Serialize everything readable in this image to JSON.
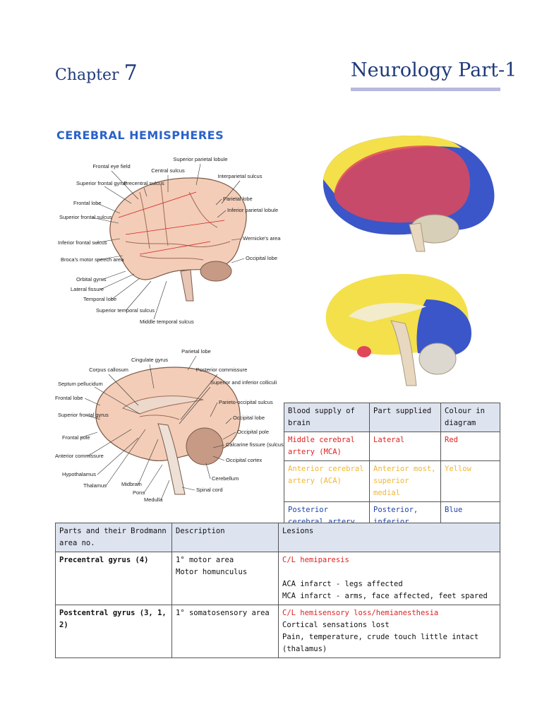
{
  "header": {
    "chapter_word": "Chapter",
    "chapter_number": "7",
    "part_title": "Neurology Part-1",
    "rule_color": "#b7b9de"
  },
  "section_heading": "CEREBRAL HEMISPHERES",
  "lateral_diagram": {
    "labels": [
      "Frontal eye field",
      "Central sulcus",
      "Superior parietal lobule",
      "Superior frontal gyrus",
      "Precentral sulcus",
      "Interparietal sulcus",
      "Frontal lobe",
      "Parietal lobe",
      "Superior frontal sulcus",
      "Inferior parietal lobule",
      "Inferior frontal sulcus",
      "Wernicke's area",
      "Broca's motor speech area",
      "Occipital lobe",
      "Orbital gyrus",
      "Lateral fissure",
      "Temporal lobe",
      "Superior temporal sulcus",
      "Middle temporal sulcus"
    ]
  },
  "medial_diagram": {
    "labels": [
      "Parietal lobe",
      "Cingulate gyrus",
      "Corpus callosum",
      "Posterior commissure",
      "Septum pellucidum",
      "Superior and inferior colliculi",
      "Frontal lobe",
      "Parieto-occipital sulcus",
      "Superior frontal gyrus",
      "Occipital lobe",
      "Occipital pole",
      "Frontal pole",
      "Calcarine fissure (sulcus)",
      "Anterior commissure",
      "Occipital cortex",
      "Hypothalamus",
      "Cerebellum",
      "Thalamus",
      "Midbrain",
      "Pons",
      "Spinal cord",
      "Medulla"
    ]
  },
  "colors": {
    "red": "#e02020",
    "yellow": "#f2b632",
    "blue": "#1d44a8",
    "header_bg": "#dde3ef"
  },
  "blood_table": {
    "headers": [
      "Blood supply of brain",
      "Part supplied",
      "Colour in diagram"
    ],
    "rows": [
      {
        "artery": "Middle cerebral artery (MCA)",
        "part": "Lateral",
        "colour": "Red"
      },
      {
        "artery": "Anterior cerebral artery (ACA)",
        "part": "Anterior most, superior medial",
        "colour": "Yellow"
      },
      {
        "artery": "Posterior cerebral artery (PCA)",
        "part": "Posterior, inferior",
        "colour": "Blue"
      }
    ]
  },
  "parts_table": {
    "headers": [
      "Parts and their Brodmann area no.",
      "Description",
      "Lesions"
    ],
    "rows": [
      {
        "part": "Precentral gyrus (4)",
        "description": [
          "1° motor area",
          "Motor homunculus"
        ],
        "lesion_highlight": "C/L hemiparesis",
        "lesions": [
          "ACA infarct - legs affected",
          "MCA infarct - arms, face affected, feet spared"
        ]
      },
      {
        "part": "Postcentral gyrus (3, 1, 2)",
        "description": [
          "1° somatosensory area"
        ],
        "lesion_highlight": "C/L hemisensory loss/hemianesthesia",
        "lesions": [
          "Cortical sensations lost",
          "Pain, temperature, crude touch little intact (thalamus)"
        ]
      }
    ]
  }
}
